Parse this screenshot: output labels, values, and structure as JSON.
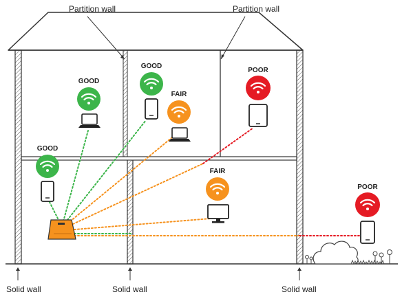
{
  "labels": {
    "partition_left": "Partition wall",
    "partition_right": "Partition wall",
    "solid_left": "Solid wall",
    "solid_mid": "Solid wall",
    "solid_right": "Solid wall"
  },
  "status_colors": {
    "GOOD": "#3cb54a",
    "FAIR": "#f6921e",
    "POOR": "#e51b24"
  },
  "link_colors": {
    "good": "#3cb54a",
    "fair": "#f6921e",
    "poor": "#e51b24"
  },
  "devices": [
    {
      "id": "upstairs-left-laptop",
      "status": "GOOD",
      "device": "laptop-icon"
    },
    {
      "id": "upstairs-mid-phone",
      "status": "GOOD",
      "device": "phone-icon"
    },
    {
      "id": "upstairs-mid-laptop",
      "status": "FAIR",
      "device": "laptop-icon"
    },
    {
      "id": "upstairs-right-tablet",
      "status": "POOR",
      "device": "tablet-icon"
    },
    {
      "id": "downstairs-left-phone",
      "status": "GOOD",
      "device": "phone-icon"
    },
    {
      "id": "downstairs-right-monitor",
      "status": "FAIR",
      "device": "monitor-icon"
    },
    {
      "id": "outside-phone",
      "status": "POOR",
      "device": "phone-icon"
    }
  ],
  "router": {
    "name": "router-icon",
    "color": "#f6921e"
  }
}
